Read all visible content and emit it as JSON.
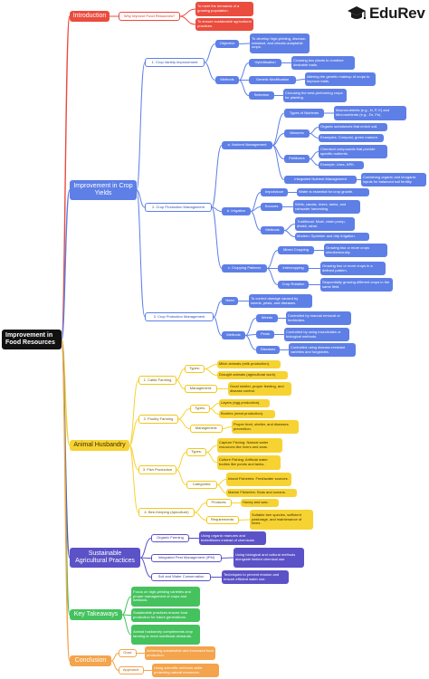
{
  "brand": {
    "name": "EduRev"
  },
  "root": {
    "title": "Improvement in Food Resources"
  },
  "intro": {
    "title": "Introduction",
    "question": "Why Improve Food Resources?",
    "answers": [
      "To meet the demands of a growing population.",
      "To ensure sustainable agricultural practices."
    ]
  },
  "crop": {
    "title": "Improvement in Crop Yields",
    "variety": {
      "label": "1. Crop Variety Improvement",
      "objective": "Objective",
      "objective_text": "To develop high-yielding, disease-resistant, and climate-adaptable crops.",
      "methods": "Methods",
      "hybridisation": "Hybridisation",
      "hybridisation_text": "Crossing two plants to combine desirable traits.",
      "genetic": "Genetic Modification",
      "genetic_text": "Altering the genetic makeup of crops to improve traits.",
      "selection": "Selection",
      "selection_text": "Choosing the best-performing crops for planting."
    },
    "production": {
      "label": "2. Crop Production Management",
      "nutrient": "a. Nutrient Management",
      "types": "Types of Nutrients",
      "types_text": "Macronutrients (e.g., N, P, K) and Micronutrients (e.g., Zn, Fe).",
      "manures": "Manures",
      "manures_text1": "Organic substances that enrich soil.",
      "manures_text2": "Examples: Compost, green manure.",
      "fertilizers": "Fertilizers",
      "fertilizers_text1": "Chemical compounds that provide specific nutrients.",
      "fertilizers_text2": "Example: Urea, NPK.",
      "integrated": "Integrated Nutrient Management",
      "integrated_text": "Combining organic and inorganic inputs for balanced soil fertility.",
      "irrigation": "b. Irrigation",
      "importance": "Importance",
      "importance_text": "Water is essential for crop growth.",
      "sources": "Sources",
      "sources_text": "Wells, canals, rivers, tanks, and rainwater harvesting.",
      "irr_methods": "Methods",
      "irr_methods_text1": "Traditional: Moat, chain pump, dhekli, rahat.",
      "irr_methods_text2": "Modern: Sprinkler and drip irrigation.",
      "cropping": "c. Cropping Patterns",
      "mixed": "Mixed Cropping",
      "mixed_text": "Growing two or more crops simultaneously.",
      "inter": "Intercropping",
      "inter_text": "Growing two or more crops in a defined pattern.",
      "rotation": "Crop Rotation",
      "rotation_text": "Sequentially growing different crops in the same field."
    },
    "protection": {
      "label": "3. Crop Protection Management",
      "need": "Need",
      "need_text": "To control damage caused by weeds, pests, and diseases.",
      "methods": "Methods",
      "weeds": "Weeds",
      "weeds_text": "Controlled by manual removal or herbicides.",
      "pests": "Pests",
      "pests_text": "Controlled by using insecticides or biological methods.",
      "diseases": "Diseases",
      "diseases_text": "Controlled using disease-resistant varieties and fungicides."
    }
  },
  "animal": {
    "title": "Animal Husbandry",
    "cattle": "1. Cattle Farming",
    "cattle_types": "Types:",
    "cattle_t1": "Milch animals (milk production).",
    "cattle_t2": "Draught animals (agricultural work).",
    "cattle_mgmt": "Management:",
    "cattle_mgmt_text": "Good shelter, proper feeding, and disease control.",
    "poultry": "2. Poultry Farming",
    "poultry_types": "Types:",
    "poultry_t1": "Layers (egg production).",
    "poultry_t2": "Broilers (meat production).",
    "poultry_mgmt": "Management:",
    "poultry_mgmt_text": "Proper feed, shelter, and diseases prevention.",
    "fish": "3. Fish Production",
    "fish_types": "Types:",
    "fish_t1": "Capture Fishing: Natural water resources like rivers and seas.",
    "fish_t2": "Culture Fishing: Artificial water bodies like ponds and tanks.",
    "fish_cat": "Categories:",
    "fish_c1": "Inland Fisheries: Freshwater sources.",
    "fish_c2": "Marine Fisheries: Seas and oceans.",
    "bee": "4. Bee-Keeping (Apiculture)",
    "bee_products": "Products:",
    "bee_products_text": "Honey and wax.",
    "bee_req": "Requirements:",
    "bee_req_text": "Suitable bee species, sufficient pasturage, and maintenance of hives."
  },
  "sustain": {
    "title": "Sustainable Agricultural Practices",
    "organic": "Organic Farming",
    "organic_text": "Using organic manures and biofertilizers instead of chemicals.",
    "ipm": "Integrated Pest Management (IPM)",
    "ipm_text": "Using biological and cultural methods alongside limited chemical use.",
    "soil": "Soil and Water Conservation",
    "soil_text": "Techniques to prevent erosion and ensure efficient water use."
  },
  "takeaways": {
    "title": "Key Takeaways",
    "items": [
      "Focus on high-yielding varieties and proper management of crops and livestock.",
      "Sustainable practices ensure food production for future generations.",
      "Animal husbandry complements crop farming to meet nutritional demands."
    ]
  },
  "conclusion": {
    "title": "Conclusion",
    "goal": "Goal:",
    "goal_text": "Achieving sustainable and increased food production.",
    "approach": "Approach:",
    "approach_text": "Using scientific methods while protecting natural resources."
  },
  "colors": {
    "intro": "#ea4c3e",
    "crop": "#5e7fe6",
    "animal": "#f7d233",
    "sustain": "#5b52c7",
    "takeaways": "#45c25e",
    "conclusion": "#f4a44c",
    "root": "#111111"
  }
}
